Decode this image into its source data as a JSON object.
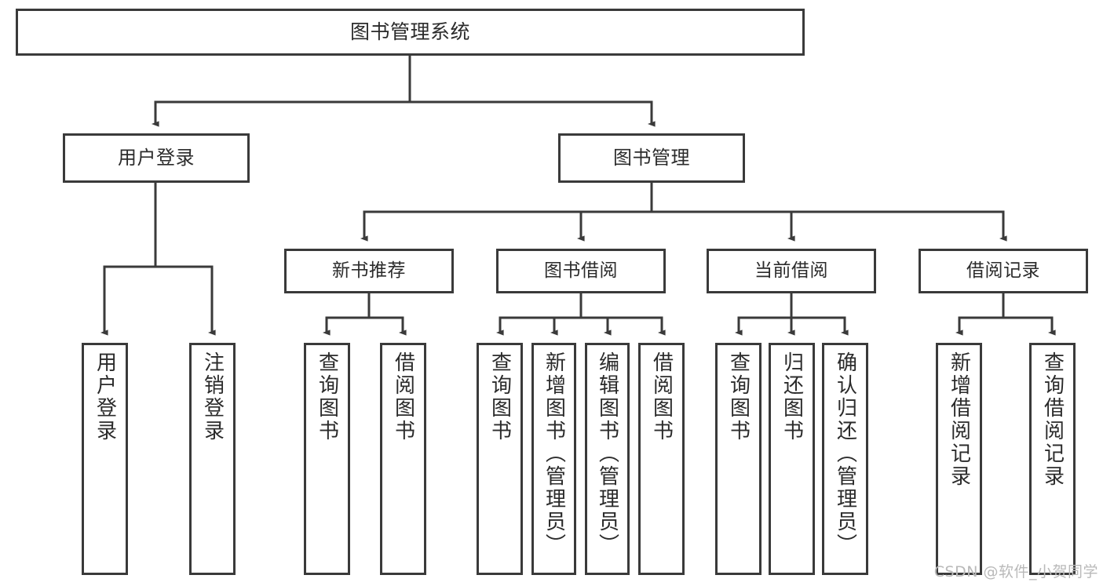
{
  "diagram": {
    "title": "图书管理系统",
    "watermark": "CSDN @软件_小贺同学",
    "colors": {
      "stroke": "#3a3a3a",
      "text": "#2b2b2b",
      "background": "#ffffff",
      "watermark": "#b9b9b9"
    },
    "root": {
      "label": "图书管理系统"
    },
    "level1": [
      {
        "label": "用户登录"
      },
      {
        "label": "图书管理"
      }
    ],
    "level2": [
      {
        "label": "新书推荐"
      },
      {
        "label": "图书借阅"
      },
      {
        "label": "当前借阅"
      },
      {
        "label": "借阅记录"
      }
    ],
    "leaves": {
      "user_login": [
        {
          "label": "用户登录"
        },
        {
          "label": "注销登录"
        }
      ],
      "new_book": [
        {
          "label": "查询图书"
        },
        {
          "label": "借阅图书"
        }
      ],
      "book_borrow": [
        {
          "label": "查询图书"
        },
        {
          "label": "新增图书（管理员）"
        },
        {
          "label": "编辑图书（管理员）"
        },
        {
          "label": "借阅图书"
        }
      ],
      "current_borrow": [
        {
          "label": "查询图书"
        },
        {
          "label": "归还图书"
        },
        {
          "label": "确认归还（管理员）"
        }
      ],
      "borrow_record": [
        {
          "label": "新增借阅记录"
        },
        {
          "label": "查询借阅记录"
        }
      ]
    }
  }
}
